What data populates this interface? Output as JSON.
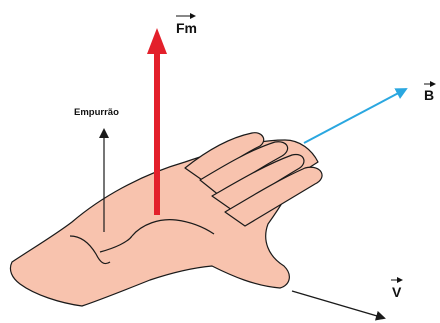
{
  "labels": {
    "fm": "Fm",
    "b": "B",
    "v": "V",
    "empurrao": "Empurrão"
  },
  "colors": {
    "force_arrow": "#e3202b",
    "field_arrow": "#2aa7e0",
    "velocity_arrow": "#1a1a1a",
    "push_arrow": "#1a1a1a",
    "skin_fill": "#f8c3ae",
    "skin_outline": "#1a1a1a"
  },
  "icons": {
    "hand": "open-hand-palm-up",
    "vector_marker": "vector-overarrow"
  }
}
